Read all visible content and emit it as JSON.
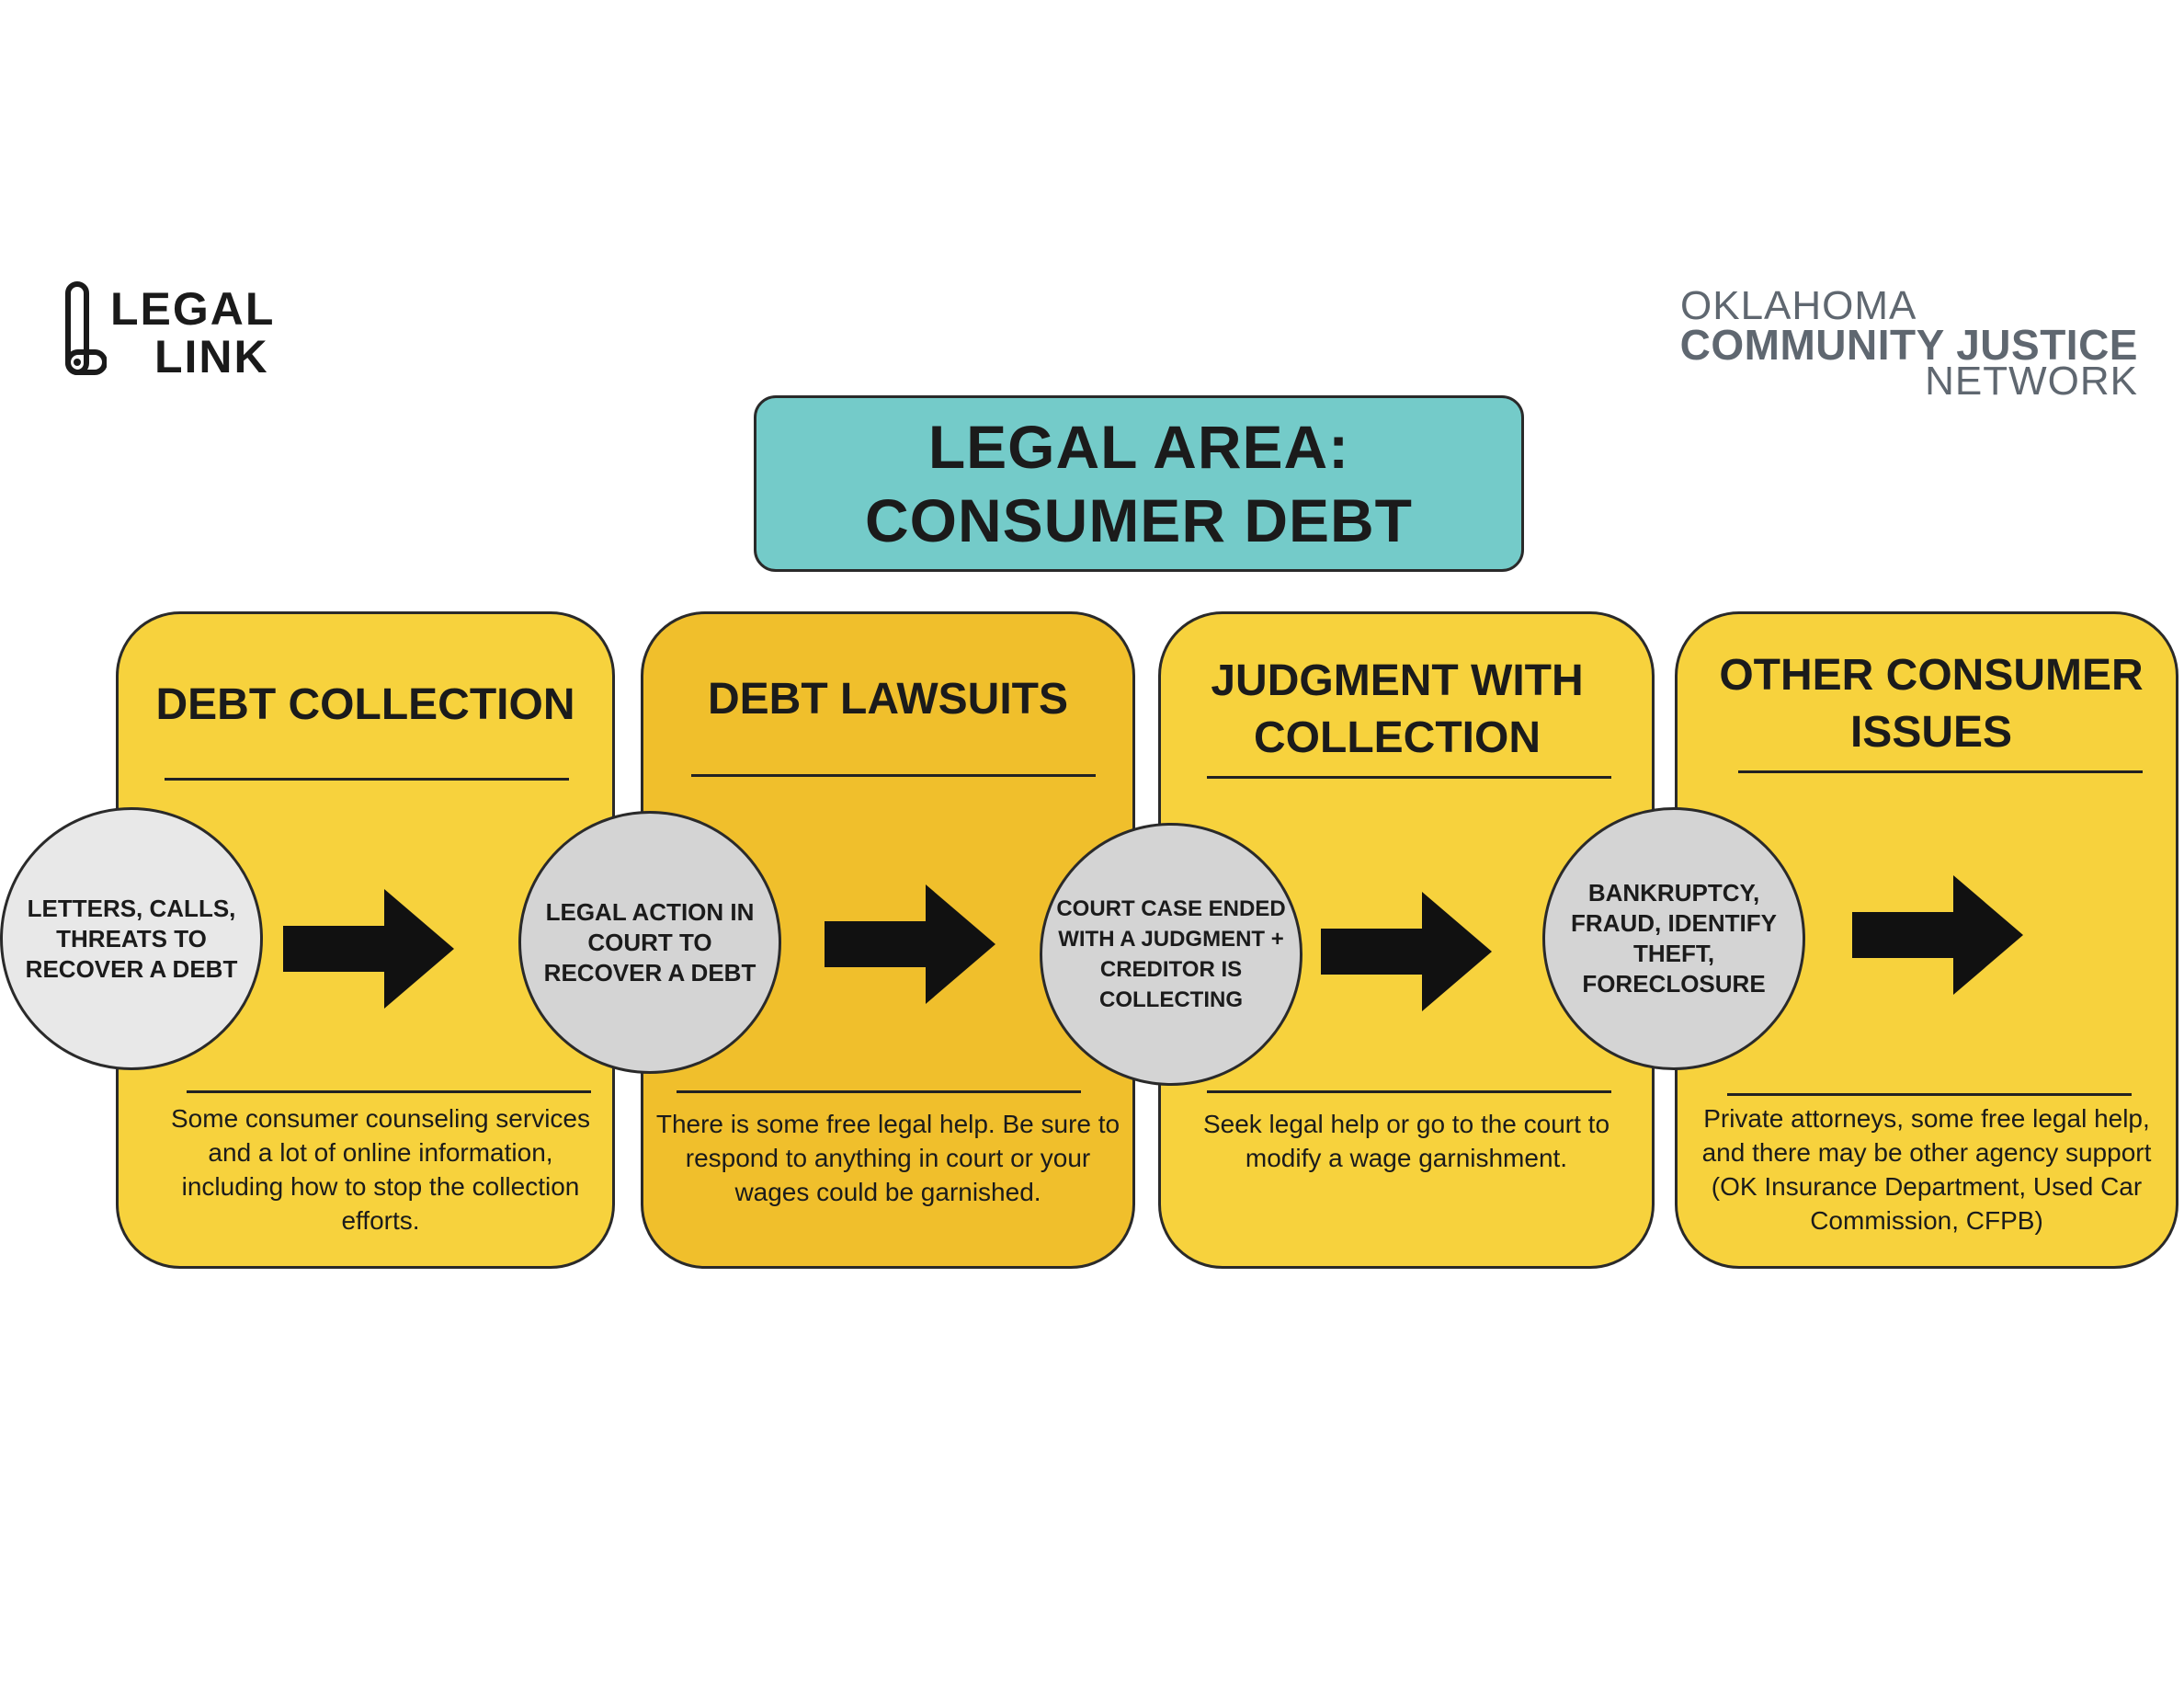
{
  "logos": {
    "legal_link": {
      "line1": "LEGAL",
      "line2": "LINK"
    },
    "okcjn": {
      "line1": "OKLAHOMA",
      "line2": "COMMUNITY JUSTICE",
      "line3": "NETWORK"
    }
  },
  "title": {
    "line1": "LEGAL AREA:",
    "line2": "CONSUMER DEBT"
  },
  "stages": [
    {
      "heading": "DEBT COLLECTION",
      "circle": "LETTERS, CALLS, THREATS TO RECOVER A DEBT",
      "description": "Some consumer counseling services and a lot of online information, including how to stop the collection efforts."
    },
    {
      "heading": "DEBT LAWSUITS",
      "circle": "LEGAL ACTION IN COURT TO RECOVER A DEBT",
      "description": "There is some free legal help. Be sure to respond to anything in court or your wages could be garnished."
    },
    {
      "heading": "JUDGMENT WITH COLLECTION",
      "circle": "COURT CASE ENDED WITH A JUDGMENT + CREDITOR IS COLLECTING",
      "description": "Seek legal help or go to the court to modify a wage garnishment."
    },
    {
      "heading": "OTHER CONSUMER ISSUES",
      "circle": "BANKRUPTCY, FRAUD, IDENTIFY THEFT, FORECLOSURE",
      "description": "Private attorneys, some free legal help, and there may be other agency support (OK Insurance Department, Used Car Commission, CFPB)"
    }
  ],
  "colors": {
    "title_fill": "#74cbc9",
    "panel_fill": "#f7d23d",
    "panel_fill_alt": "#f0bf2c",
    "circle_fill": "#d4d4d4",
    "arrow": "#111111"
  }
}
